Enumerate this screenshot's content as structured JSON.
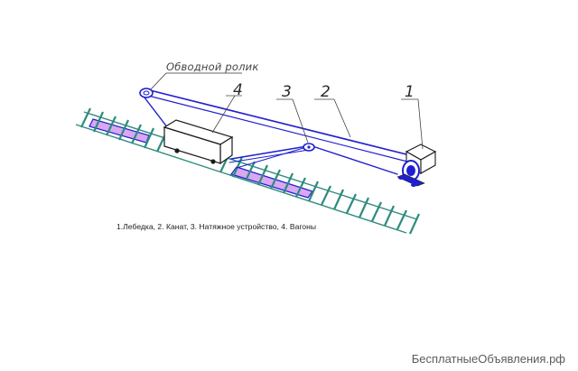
{
  "diagram": {
    "label_roller": "Обводной ролик",
    "callouts": [
      "1",
      "2",
      "3",
      "4"
    ],
    "caption": "1.Лебедка, 2. Канат,  3. Натяжное устройство, 4. Вагоны",
    "colors": {
      "cable": "#1f1fd0",
      "track": "#2e8b7e",
      "rail_fill": "#d9a8f0",
      "outline": "#1a1a1a"
    }
  },
  "watermark": "БесплатныеОбъявления.рф"
}
